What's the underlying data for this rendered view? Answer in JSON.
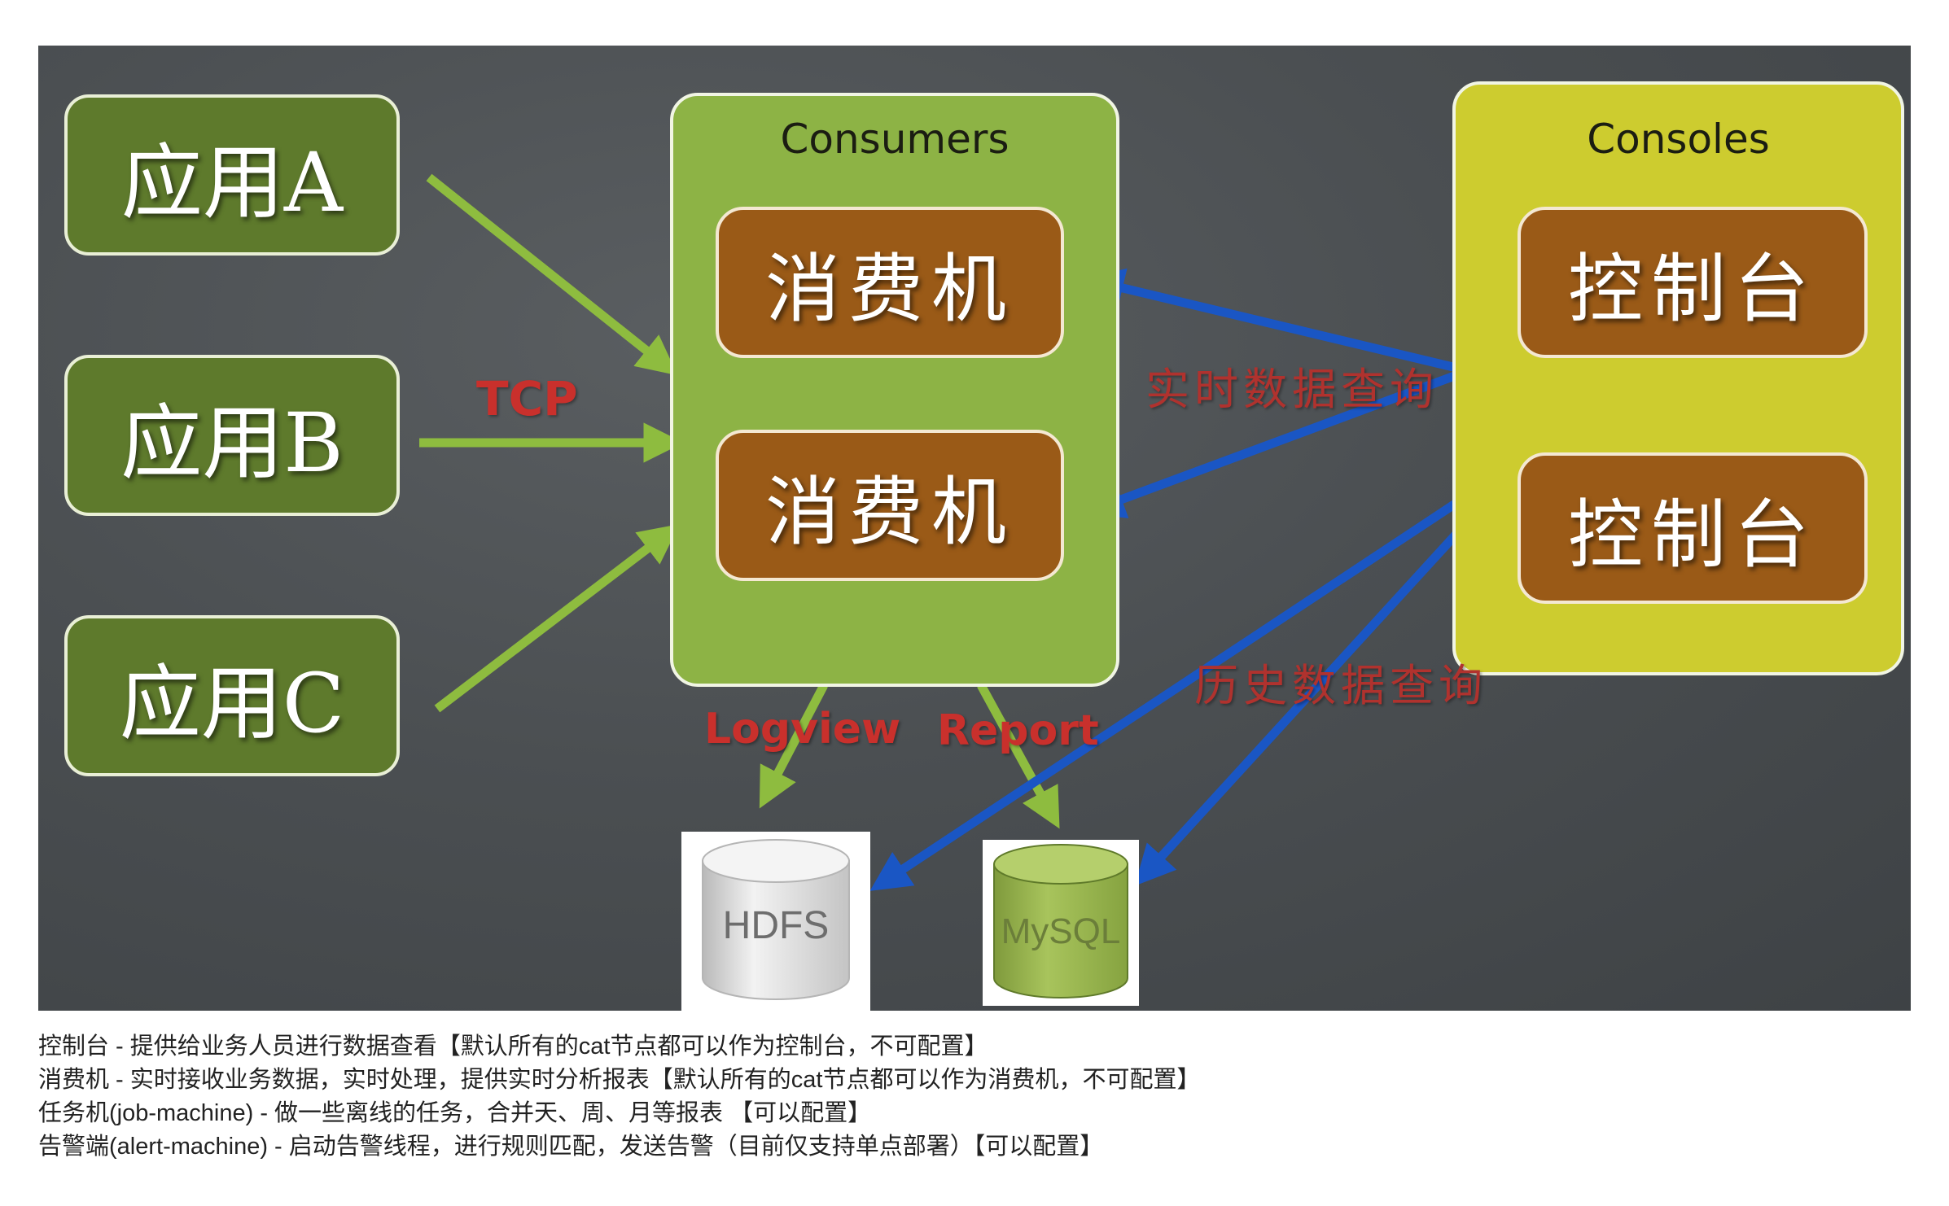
{
  "apps": [
    "应用A",
    "应用B",
    "应用C"
  ],
  "consumers": {
    "title": "Consumers",
    "nodes": [
      "消费机",
      "消费机"
    ]
  },
  "consoles": {
    "title": "Consoles",
    "nodes": [
      "控制台",
      "控制台"
    ]
  },
  "labels": {
    "tcp": "TCP",
    "realtime_query": "实时数据查询",
    "history_query": "历史数据查询",
    "logview": "Logview",
    "report": "Report"
  },
  "storage": {
    "hdfs": "HDFS",
    "mysql": "MySQL"
  },
  "notes": [
    "控制台 - 提供给业务人员进行数据查看【默认所有的cat节点都可以作为控制台，不可配置】",
    "消费机 - 实时接收业务数据，实时处理，提供实时分析报表【默认所有的cat节点都可以作为消费机，不可配置】",
    "任务机(job-machine) - 做一些离线的任务，合并天、周、月等报表 【可以配置】",
    "告警端(alert-machine) - 启动告警线程，进行规则匹配，发送告警（目前仅支持单点部署）【可以配置】"
  ],
  "colors": {
    "board": "#4b4f52",
    "app_fill": "#5e7a2c",
    "consumers_panel": "#8db345",
    "consoles_panel": "#cdcc2f",
    "node_fill": "#9a5a17",
    "green_arrow": "#8ebc3f",
    "blue_arrow": "#1a56c4",
    "label_red": "#c9302c"
  }
}
